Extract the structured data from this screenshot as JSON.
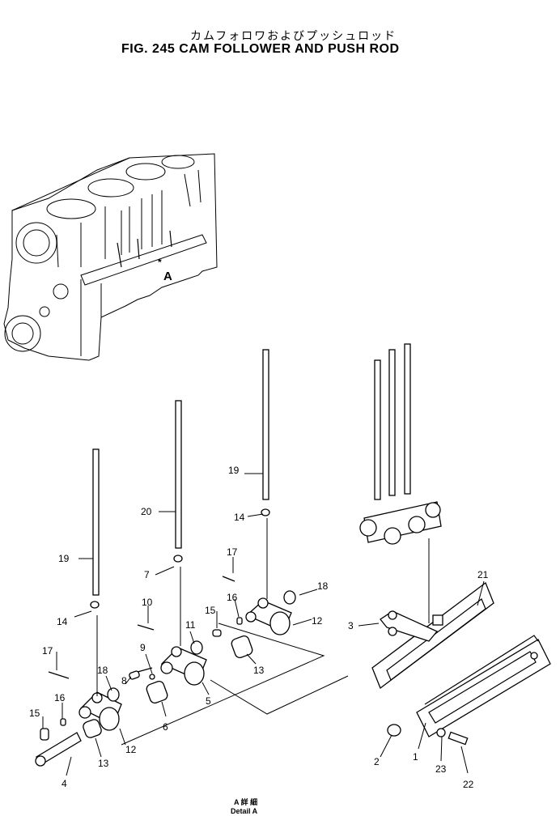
{
  "header": {
    "title_jp": "カムフォロワおよびプッシュロッド",
    "title_en": "FIG. 245  CAM FOLLOWER AND PUSH ROD"
  },
  "callouts": {
    "c1": "1",
    "c2": "2",
    "c3": "3",
    "c4": "4",
    "c5": "5",
    "c6": "6",
    "c7": "7",
    "c8": "8",
    "c9": "9",
    "c10": "10",
    "c11": "11",
    "c12a": "12",
    "c12b": "12",
    "c13a": "13",
    "c13b": "13",
    "c14a": "14",
    "c14b": "14",
    "c15a": "15",
    "c15b": "15",
    "c16a": "16",
    "c16b": "16",
    "c17a": "17",
    "c17b": "17",
    "c18a": "18",
    "c18b": "18",
    "c19a": "19",
    "c19b": "19",
    "c20": "20",
    "c21": "21",
    "c22": "22",
    "c23": "23"
  },
  "detail": {
    "marker": "A",
    "line1": "A  詳  細",
    "line2": "Detail  A"
  }
}
